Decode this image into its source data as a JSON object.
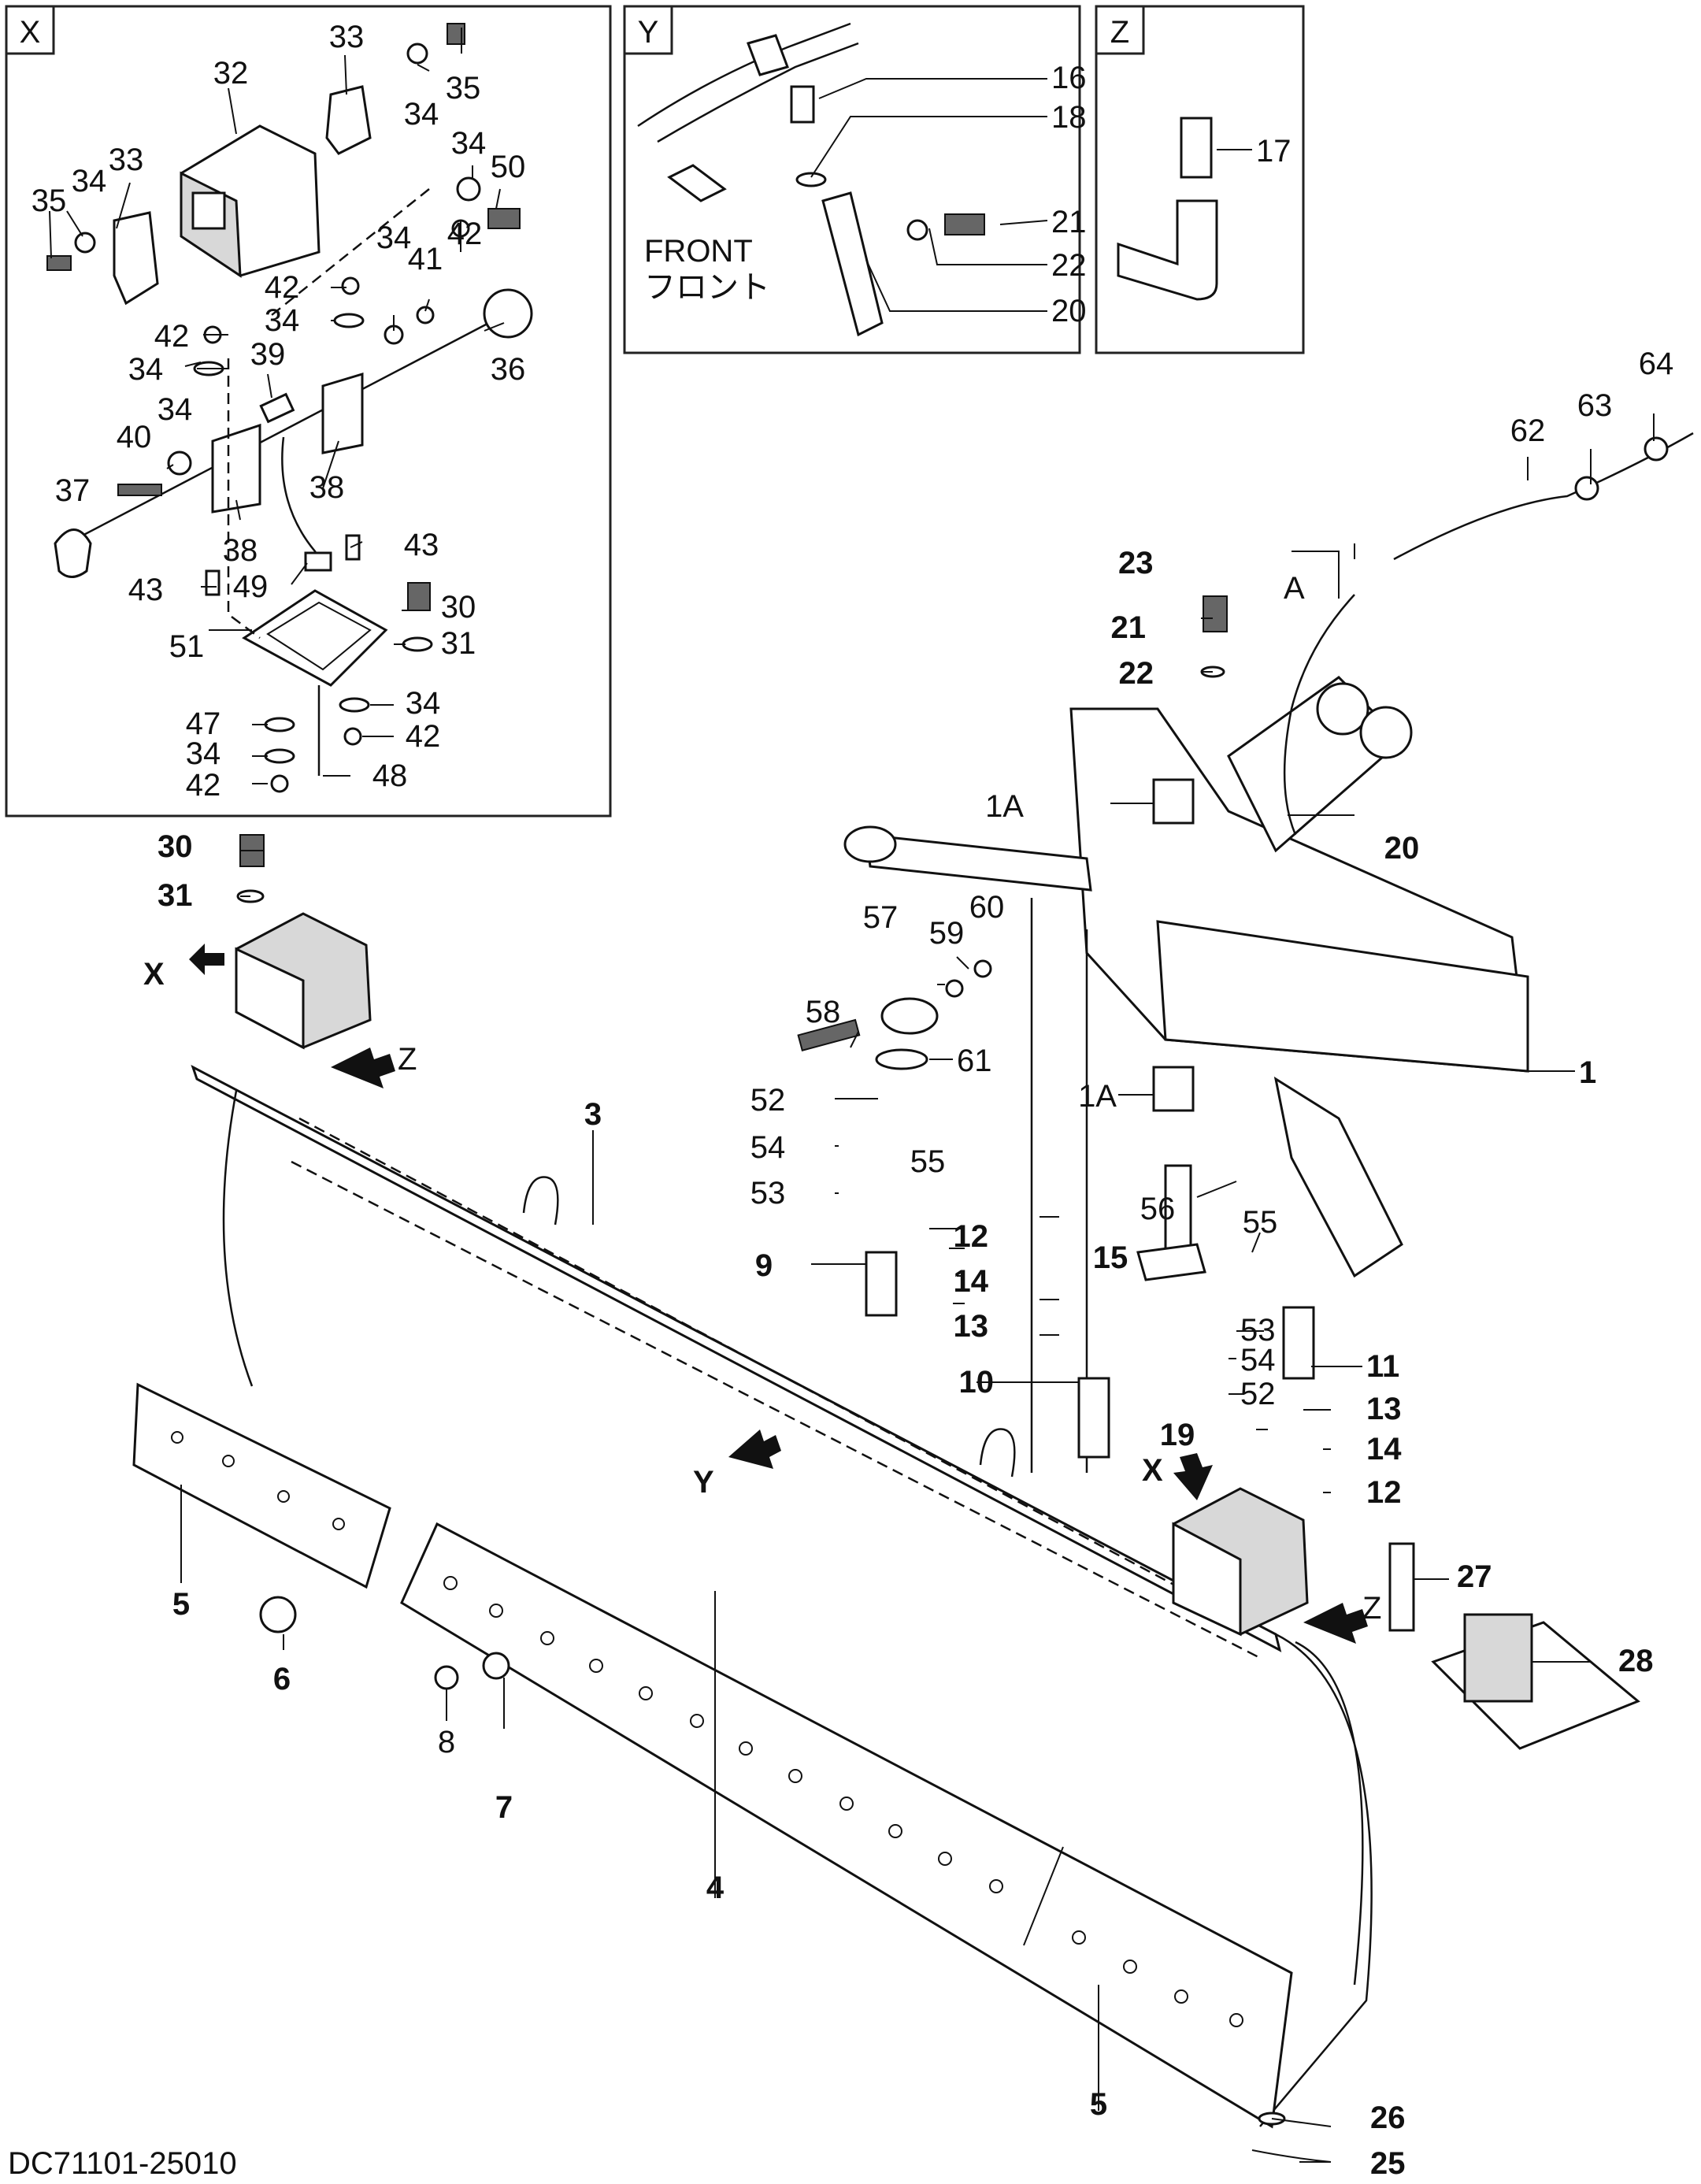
{
  "diagram_code": "DC71101-25010",
  "views": {
    "x": "X",
    "y": "Y",
    "z": "Z"
  },
  "front_label_en": "FRONT",
  "front_label_jp": "フロント",
  "view_arrows": {
    "x": "X",
    "y": "Y",
    "z": "Z"
  },
  "callouts": {
    "c1": "1",
    "c1a_top": "1A",
    "c1a_bot": "1A",
    "c3": "3",
    "c4": "4",
    "c5_left": "5",
    "c5_right": "5",
    "c6": "6",
    "c7": "7",
    "c8": "8",
    "c9": "9",
    "c10": "10",
    "c11": "11",
    "c12a": "12",
    "c12b": "12",
    "c13a": "13",
    "c13b": "13",
    "c14a": "14",
    "c14b": "14",
    "c15": "15",
    "c16": "16",
    "c17": "17",
    "c18": "18",
    "c19": "19",
    "c20a": "20",
    "c20b": "20",
    "c21a": "21",
    "c21b": "21",
    "c22a": "22",
    "c22b": "22",
    "c23": "23",
    "c_a": "A",
    "c25": "25",
    "c26": "26",
    "c27": "27",
    "c28": "28",
    "c30a": "30",
    "c30b": "30",
    "c31a": "31",
    "c31b": "31",
    "c32": "32",
    "c33a": "33",
    "c33b": "33",
    "c34a": "34",
    "c34b": "34",
    "c34c": "34",
    "c34d": "34",
    "c34e": "34",
    "c34f": "34",
    "c34g": "34",
    "c34h": "34",
    "c34i": "34",
    "c35a": "35",
    "c35b": "35",
    "c36": "36",
    "c37": "37",
    "c38a": "38",
    "c38b": "38",
    "c39": "39",
    "c40": "40",
    "c41": "41",
    "c42a": "42",
    "c42b": "42",
    "c42c": "42",
    "c42d": "42",
    "c42e": "42",
    "c43a": "43",
    "c43b": "43",
    "c47": "47",
    "c48": "48",
    "c49": "49",
    "c50": "50",
    "c51": "51",
    "c52a": "52",
    "c52b": "52",
    "c53a": "53",
    "c53b": "53",
    "c54a": "54",
    "c54b": "54",
    "c55a": "55",
    "c55b": "55",
    "c56": "56",
    "c57": "57",
    "c58": "58",
    "c59": "59",
    "c60": "60",
    "c61": "61",
    "c62": "62",
    "c63": "63",
    "c64": "64"
  }
}
